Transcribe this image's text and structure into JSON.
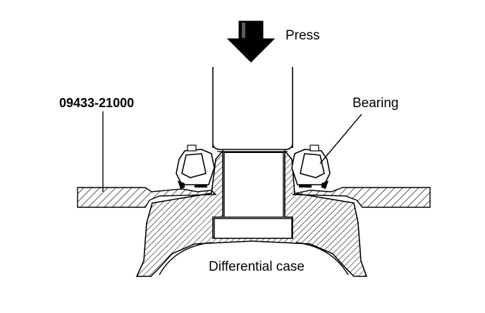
{
  "labels": {
    "press": "Press",
    "tool_number": "09433-21000",
    "bearing": "Bearing",
    "differential_case": "Differential case"
  },
  "colors": {
    "ink": "#000000",
    "paper": "#ffffff"
  },
  "icons": {
    "press_arrow": "arrow-down-icon"
  }
}
